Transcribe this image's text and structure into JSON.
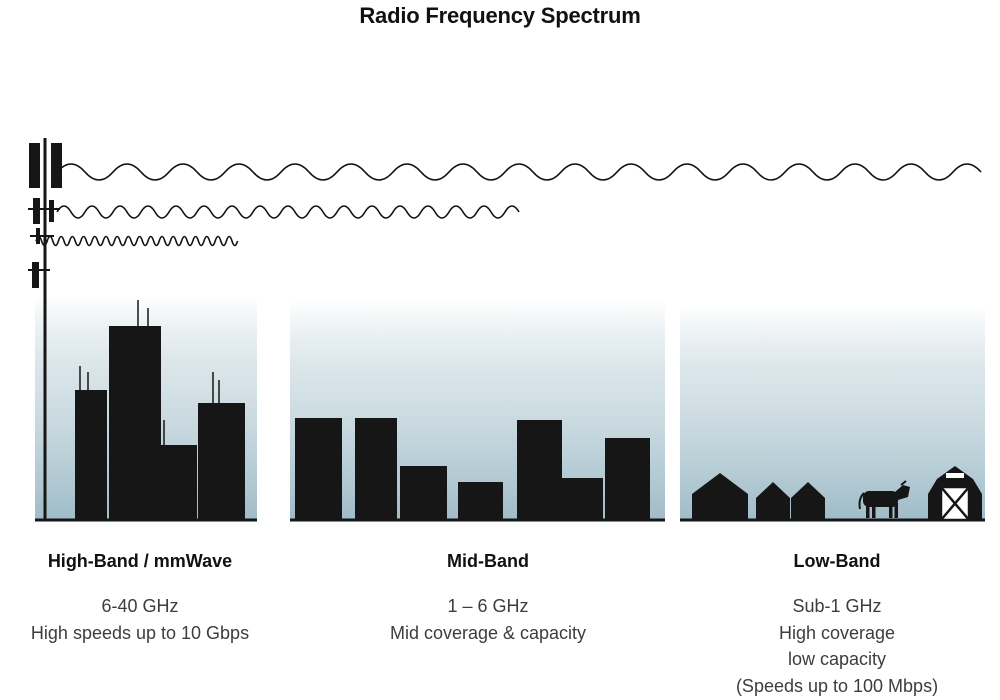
{
  "title": "Radio Frequency Spectrum",
  "bands": [
    {
      "name": "High-Band / mmWave",
      "lines": [
        "6-40 GHz",
        "High speeds up to 10 Gbps"
      ],
      "scene": "city-skyscrapers",
      "wave": "high-frequency-short-range"
    },
    {
      "name": "Mid-Band",
      "lines": [
        "1 – 6 GHz",
        "Mid coverage & capacity"
      ],
      "scene": "town-buildings",
      "wave": "mid-frequency-mid-range"
    },
    {
      "name": "Low-Band",
      "lines": [
        "Sub-1 GHz",
        "High coverage",
        "low capacity",
        "(Speeds up to 100 Mbps)"
      ],
      "scene": "rural-houses-cow-barn",
      "wave": "low-frequency-long-range"
    }
  ],
  "icons": [
    "cell-tower-icon",
    "low-frequency-wave-icon",
    "mid-frequency-wave-icon",
    "high-frequency-wave-icon",
    "skyscraper-skyline-icon",
    "midrise-skyline-icon",
    "house-icon",
    "cow-icon",
    "barn-icon"
  ],
  "colors": {
    "silhouette": "#161616",
    "sky_gradient_bottom": "#a6c1cb",
    "body_text": "#3d3d3d",
    "title_text": "#111111"
  }
}
